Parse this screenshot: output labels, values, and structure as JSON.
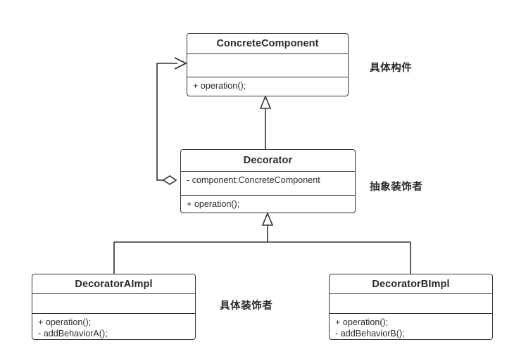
{
  "diagram": {
    "type": "uml-class-diagram",
    "pattern": "Decorator",
    "background": "#ffffff",
    "line_color": "#333333",
    "text_color": "#2b2b2b"
  },
  "classes": [
    {
      "id": "concrete-component",
      "name": "ConcreteComponent",
      "attributes": [],
      "operations": [
        "+ operation();"
      ]
    },
    {
      "id": "decorator",
      "name": "Decorator",
      "attributes": [
        "- component:ConcreteComponent"
      ],
      "operations": [
        "+ operation();"
      ]
    },
    {
      "id": "decorator-a-impl",
      "name": "DecoratorAImpl",
      "attributes": [],
      "operations": [
        "+ operation();",
        "- addBehaviorA();"
      ]
    },
    {
      "id": "decorator-b-impl",
      "name": "DecoratorBImpl",
      "attributes": [],
      "operations": [
        "+ operation();",
        "- addBehaviorB();"
      ]
    }
  ],
  "annotations": [
    {
      "id": "concrete-component-note",
      "text": "具体构件"
    },
    {
      "id": "abstract-decorator-note",
      "text": "抽象装饰者"
    },
    {
      "id": "concrete-decorator-note",
      "text": "具体装饰者"
    }
  ],
  "relationships": [
    {
      "id": "decorator-generalizes-concrete-component",
      "type": "generalization",
      "from": "Decorator",
      "to": "ConcreteComponent",
      "arrow": "hollow-triangle"
    },
    {
      "id": "decorator-aggregates-concrete-component",
      "type": "aggregation",
      "from": "Decorator",
      "to": "ConcreteComponent",
      "arrow": "hollow-diamond-open-arrow"
    },
    {
      "id": "decorator-a-impl-generalizes-decorator",
      "type": "generalization",
      "from": "DecoratorAImpl",
      "to": "Decorator",
      "arrow": "hollow-triangle"
    },
    {
      "id": "decorator-b-impl-generalizes-decorator",
      "type": "generalization",
      "from": "DecoratorBImpl",
      "to": "Decorator",
      "arrow": "hollow-triangle"
    }
  ]
}
